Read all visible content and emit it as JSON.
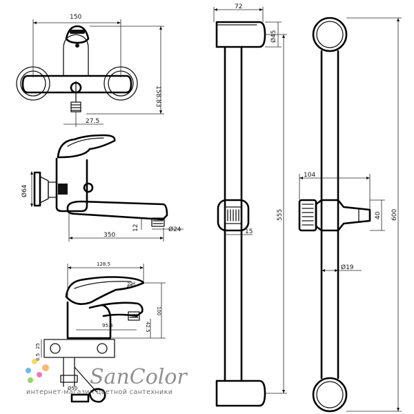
{
  "dimensions": {
    "wall_mixer_width": "150",
    "wall_mixer_height": "158.83",
    "spout_offset": "27.5",
    "flange_diameter": "Ø64",
    "spout_length": "350",
    "spout_height": "12",
    "spout_outlet": "Ø24",
    "basin_depth": "128.5",
    "lever_angle": "22°",
    "basin_height": "100",
    "basin_spout_height": "42.5",
    "basin_spout_reach": "95.4",
    "basin_small_1": "25",
    "basin_small_2": "6.5",
    "basin_base_diameter": "Ø50",
    "bracket_depth": "72",
    "bracket_diameter": "Ø45",
    "bar_length": "555",
    "bar_bracket": "15",
    "holder_width": "104",
    "holder_height": "40",
    "bar_total_length": "600",
    "bar_diameter": "Ø19"
  },
  "branding": {
    "logo_text": "SanColor",
    "tagline": "интернет-магазин цветной сантехники",
    "dot_colors": [
      "#f2d03c",
      "#4ea6e0",
      "#e25c9e",
      "#7ac943",
      "#f29a38"
    ]
  }
}
